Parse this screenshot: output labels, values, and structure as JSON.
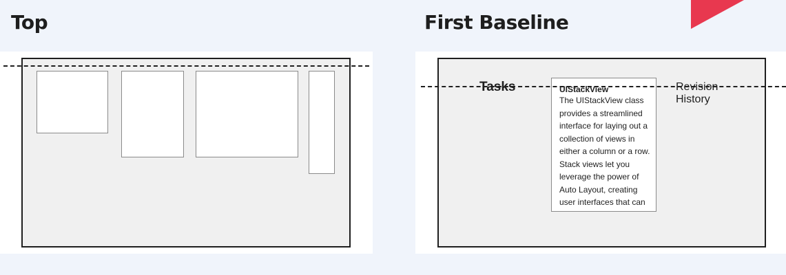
{
  "colors": {
    "background": "#f0f4fb",
    "panel": "#ffffff",
    "container_fill": "#f0f0f0",
    "stroke": "#1e1e1e",
    "box_border": "#8a8a8a",
    "accent": "#e8384f"
  },
  "panels": [
    {
      "title": "Top"
    },
    {
      "title": "First Baseline",
      "tasks_label": "Tasks",
      "stack_card": {
        "title": "UIStackView",
        "body": "The UIStackView class provides a streamlined interface for laying out a collection of views in either a column or a row. Stack views let you leverage the power of Auto Layout, creating user interfaces that can"
      },
      "revision_label": "Revision History"
    }
  ]
}
